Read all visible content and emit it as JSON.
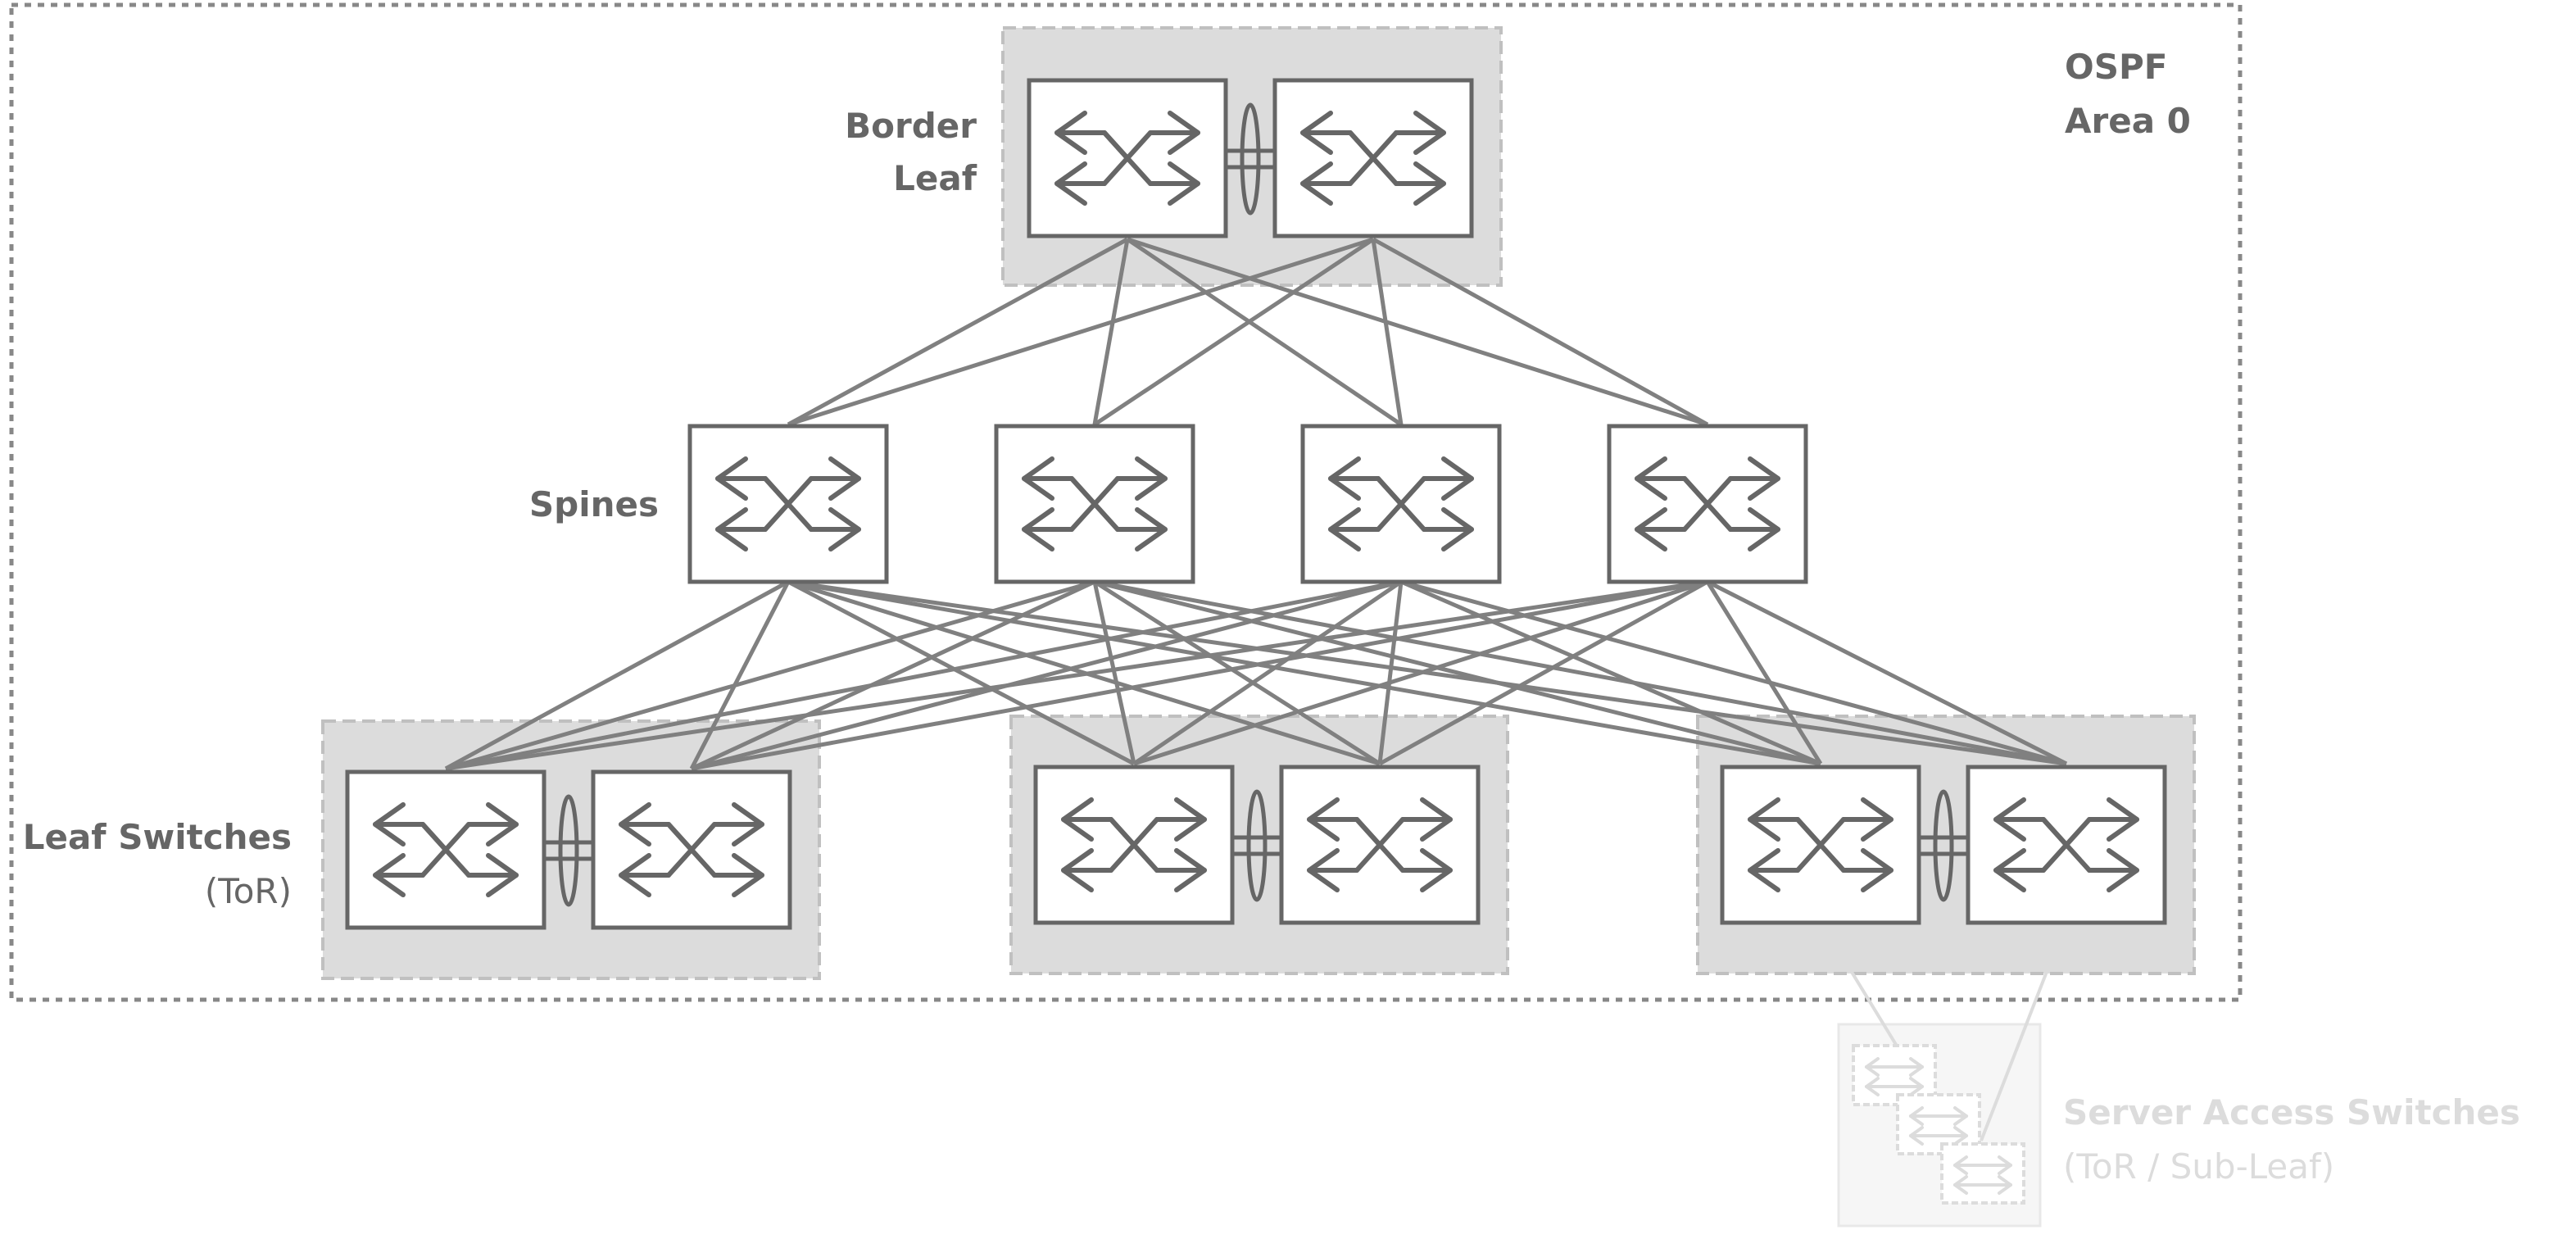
{
  "labels": {
    "ospf": "OSPF",
    "area": "Area 0",
    "border_leaf_1": "Border",
    "border_leaf_2": "Leaf",
    "spines": "Spines",
    "leaf_switches": "Leaf Switches",
    "leaf_tor": "(ToR)",
    "server_access": "Server Access Switches",
    "server_access_sub": "(ToR / Sub-Leaf)"
  },
  "colors": {
    "stroke": "#666666",
    "link": "#808080",
    "group_fill": "#dcdcdc",
    "group_border": "#c0c0c0",
    "area_border": "#888888",
    "faded": "#dcdcdc"
  },
  "icons": {
    "switch": "switch-crossed-arrows-icon",
    "lag": "lag-bond-icon"
  }
}
